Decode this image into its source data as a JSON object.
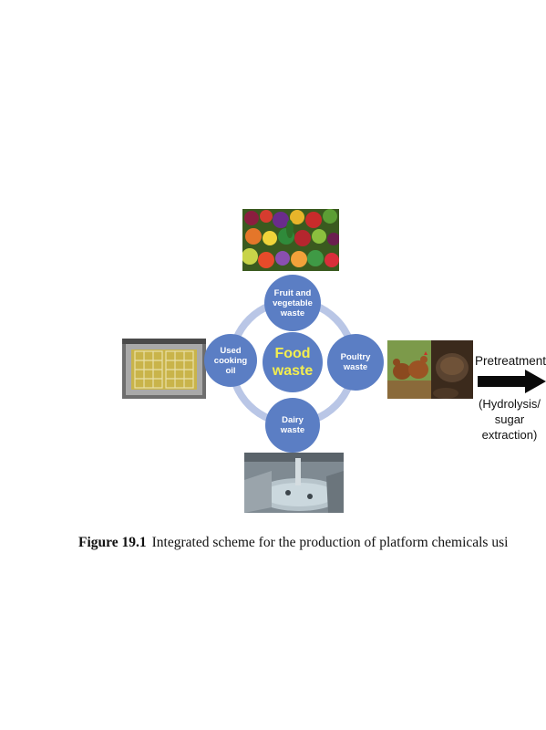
{
  "diagram": {
    "center_label": "Food\nwaste",
    "nodes": {
      "top": "Fruit and\nvegetable\nwaste",
      "left": "Used\ncooking\noil",
      "right": "Poultry\nwaste",
      "bottom": "Dairy\nwaste"
    },
    "arrow": {
      "heading": "Pretreatment",
      "subtext": "(Hydrolysis/\nsugar\nextraction)"
    },
    "colors": {
      "node": "#5b7ec4",
      "ring": "#b9c6e6",
      "center_text": "#f3ee4f",
      "arrow": "#0a0a0a"
    }
  },
  "caption": {
    "label": "Figure 19.1",
    "text": "Integrated scheme for the production of platform chemicals usi"
  }
}
